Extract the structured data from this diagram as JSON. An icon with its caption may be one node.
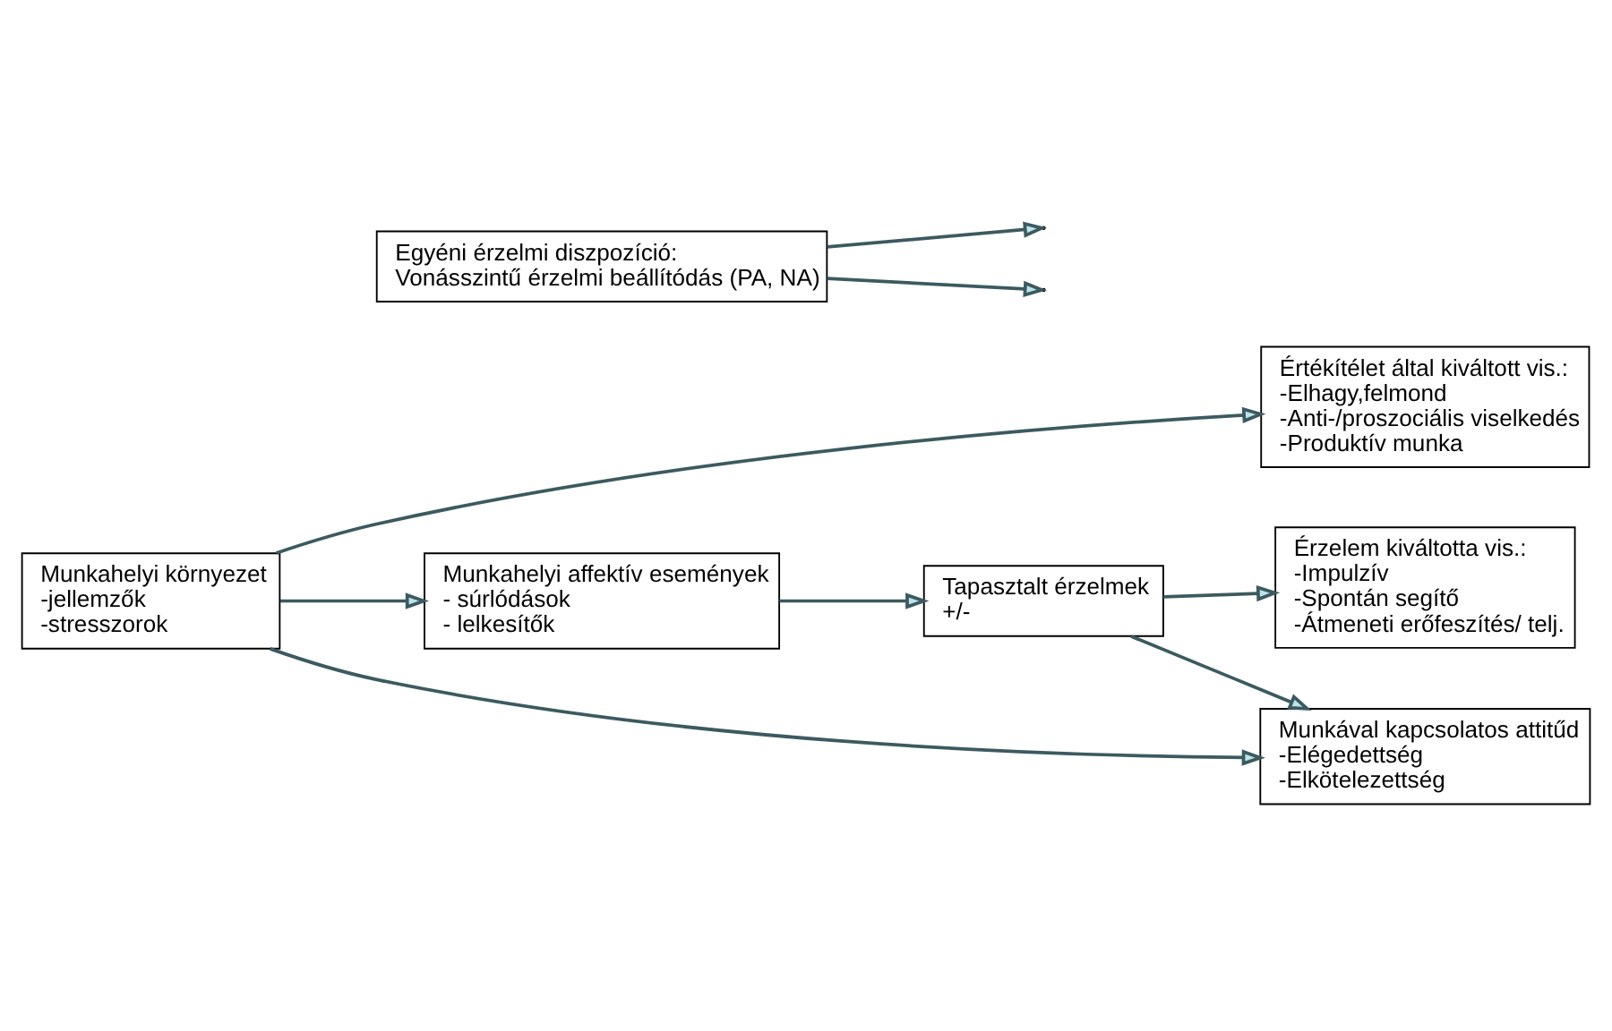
{
  "diagram": {
    "nodes": [
      {
        "text": [
          "Munkahelyi környezet",
          "-jellemzők",
          "-stresszorok"
        ]
      },
      {
        "text": [
          "Értékítélet által kiváltott vis.:",
          "-Elhagy,felmond",
          "-Anti-/proszociális viselkedés",
          "-Produktív munka"
        ]
      },
      {
        "text": [
          "Munkahelyi affektív események",
          "- súrlódások",
          "- lelkesítők"
        ]
      },
      {
        "text": [
          "Tapasztalt érzelmek",
          "+/-"
        ]
      },
      {
        "text": [
          "Munkával kapcsolatos attitűd",
          "-Elégedettség",
          "-Elkötelezettség"
        ]
      },
      {
        "text": [
          "Érzelem kiváltotta vis.:",
          "-Impulzív",
          "-Spontán segítő",
          "-Átmeneti erőfeszítés/ telj."
        ]
      },
      {
        "text": [
          "Egyéni érzelmi diszpozíció:",
          "Vonásszintű érzelmi beállítódás (PA, NA)"
        ]
      }
    ],
    "edges": [
      {
        "from": 0,
        "to": 1,
        "arrow": "to"
      },
      {
        "from": 0,
        "to": 4,
        "arrow": "to"
      },
      {
        "from": 0,
        "to": 2,
        "arrow": "to"
      },
      {
        "from": 2,
        "to": 3,
        "arrow": "to"
      },
      {
        "from": 3,
        "to": 4,
        "arrow": "to"
      },
      {
        "from": 3,
        "to": 5,
        "arrow": "to"
      },
      {
        "from": 6,
        "to": null,
        "arrow": "to"
      },
      {
        "from": 6,
        "to": null,
        "arrow": "to"
      }
    ]
  }
}
